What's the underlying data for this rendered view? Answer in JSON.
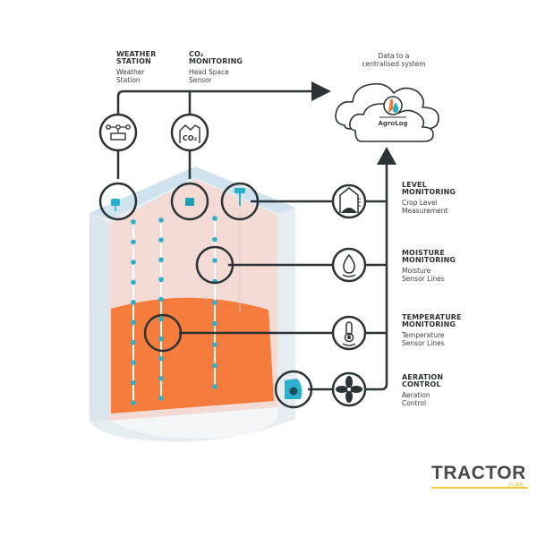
{
  "colors": {
    "ink": "#2c3336",
    "grain": "#f57c3c",
    "sensor": "#2ab0cc",
    "silo_wall": "#e6edf1",
    "silo_inner": "#f4dad4",
    "logo_yellow": "#f0cc3c"
  },
  "top_labels": {
    "weather": {
      "title_1": "WEATHER",
      "title_2": "STATION",
      "sub_1": "Weather",
      "sub_2": "Station",
      "icon": "weather-station-icon"
    },
    "co2": {
      "title_1": "CO₂",
      "title_2": "MONITORING",
      "sub_1": "Head Space",
      "sub_2": "Sensor",
      "icon": "co2-icon",
      "icon_text": "CO₂"
    }
  },
  "cloud": {
    "caption_1": "Data to a",
    "caption_2": "centralised system",
    "brand": "AgroLog"
  },
  "right_labels": [
    {
      "title_1": "LEVEL",
      "title_2": "MONITORING",
      "sub_1": "Crop Level",
      "sub_2": "Measurement",
      "icon": "level-icon"
    },
    {
      "title_1": "MOISTURE",
      "title_2": "MONITORING",
      "sub_1": "Moisture",
      "sub_2": "Sensor Lines",
      "icon": "moisture-icon"
    },
    {
      "title_1": "TEMPERATURE",
      "title_2": "MONITORING",
      "sub_1": "Temperature",
      "sub_2": "Sensor Lines",
      "icon": "thermometer-icon"
    },
    {
      "title_1": "AERATION",
      "title_2": "CONTROL",
      "sub_1": "Aeration",
      "sub_2": "Control",
      "icon": "fan-icon"
    }
  ],
  "logo": {
    "word": "TRACTOR",
    "sub": "GPS"
  }
}
